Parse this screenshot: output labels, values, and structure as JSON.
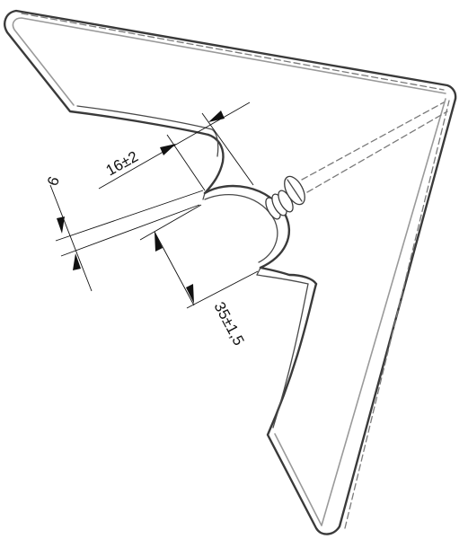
{
  "dimensions": {
    "width_label": "16±2",
    "thickness_label": "6",
    "radius_label": "35±1,5"
  },
  "colors": {
    "ink": "#111111",
    "edge": "#3a3a3a",
    "hidden": "#7a7a7a",
    "background": "#ffffff"
  }
}
